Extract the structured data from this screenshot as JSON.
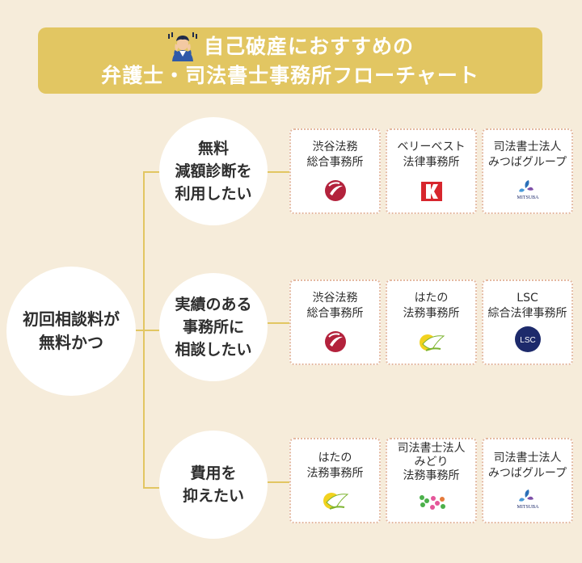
{
  "title": {
    "line1": "自己破産におすすめの",
    "line2": "弁護士・司法書士事務所フローチャート"
  },
  "root": {
    "line1": "初回相談料が",
    "line2": "無料かつ"
  },
  "categories": [
    {
      "lines": [
        "無料",
        "減額診断を",
        "利用したい"
      ],
      "firms": [
        {
          "lines": [
            "渋谷法務",
            "総合事務所"
          ],
          "logo": "shibuya-logo"
        },
        {
          "lines": [
            "ベリーベスト",
            "法律事務所"
          ],
          "logo": "verybest-logo"
        },
        {
          "lines": [
            "司法書士法人",
            "みつばグループ"
          ],
          "logo": "mitsuba-logo",
          "logo_text": "MITSUBA"
        }
      ]
    },
    {
      "lines": [
        "実績のある",
        "事務所に",
        "相談したい"
      ],
      "firms": [
        {
          "lines": [
            "渋谷法務",
            "総合事務所"
          ],
          "logo": "shibuya-logo"
        },
        {
          "lines": [
            "はたの",
            "法務事務所"
          ],
          "logo": "hatano-logo"
        },
        {
          "lines": [
            "LSC",
            "綜合法律事務所"
          ],
          "logo": "lsc-logo",
          "logo_text": "LSC"
        }
      ]
    },
    {
      "lines": [
        "費用を",
        "抑えたい"
      ],
      "firms": [
        {
          "lines": [
            "はたの",
            "法務事務所"
          ],
          "logo": "hatano-logo"
        },
        {
          "lines": [
            "司法書士法人",
            "みどり",
            "法務事務所"
          ],
          "logo": "midori-logo"
        },
        {
          "lines": [
            "司法書士法人",
            "みつばグループ"
          ],
          "logo": "mitsuba-logo",
          "logo_text": "MITSUBA"
        }
      ]
    }
  ]
}
